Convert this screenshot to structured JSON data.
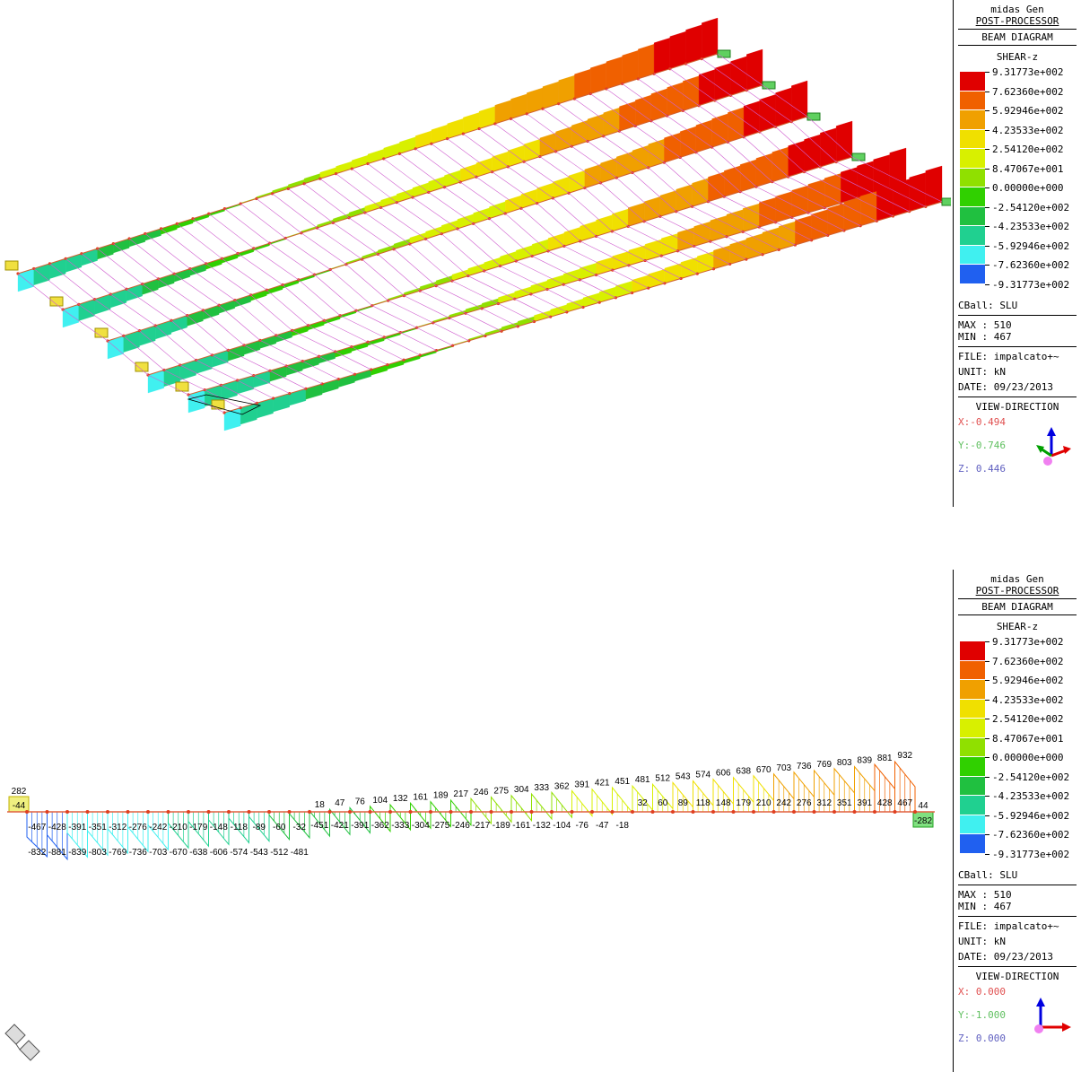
{
  "legend": {
    "app": "midas Gen",
    "module": "POST-PROCESSOR",
    "diagram": "BEAM DIAGRAM",
    "component": "SHEAR-z",
    "scale_values": [
      "9.31773e+002",
      "7.62360e+002",
      "5.92946e+002",
      "4.23533e+002",
      "2.54120e+002",
      "8.47067e+001",
      "0.00000e+000",
      "-2.54120e+002",
      "-4.23533e+002",
      "-5.92946e+002",
      "-7.62360e+002",
      "-9.31773e+002"
    ],
    "scale_colors": [
      "#e00000",
      "#f06000",
      "#f0a000",
      "#f0e000",
      "#d8f000",
      "#90e000",
      "#30d000",
      "#20c040",
      "#20d090",
      "#40f0f0",
      "#2060f0",
      "#0030c0"
    ],
    "load_combo": "CBall: SLU",
    "max": "MAX : 510",
    "min": "MIN : 467",
    "file": "FILE: impalcato+~",
    "unit": "UNIT: kN",
    "date": "DATE: 09/23/2013",
    "view_direction": "VIEW-DIRECTION"
  },
  "view_top": {
    "x": "X:-0.494",
    "y": "Y:-0.746",
    "z": "Z: 0.446"
  },
  "view_bottom": {
    "x": "X: 0.000",
    "y": "Y:-1.000",
    "z": "Z: 0.000"
  },
  "chart_data": {
    "type": "bar",
    "title": "SHEAR-z",
    "unit": "kN",
    "end_left_labels": [
      "282",
      "-44"
    ],
    "end_right_labels": [
      "44",
      "-282"
    ],
    "upper_top_labels": [
      "-467",
      "-428",
      "-391",
      "-351",
      "-312",
      "-276",
      "-242",
      "-210",
      "-179",
      "-148",
      "-118",
      "-89",
      "-60",
      "-32",
      "18",
      "47",
      "76",
      "104",
      "132",
      "161",
      "189",
      "217",
      "246",
      "275",
      "304",
      "333",
      "362",
      "391",
      "421",
      "451",
      "481",
      "512",
      "543",
      "574",
      "606",
      "638",
      "670",
      "703",
      "736",
      "769",
      "803",
      "839",
      "881",
      "932"
    ],
    "lower_labels": [
      "-832",
      "-881",
      "-839",
      "-803",
      "-769",
      "-736",
      "-703",
      "-670",
      "-638",
      "-606",
      "-574",
      "-543",
      "-512",
      "-481",
      "-451",
      "-421",
      "-391",
      "-362",
      "-333",
      "-304",
      "-275",
      "-246",
      "-217",
      "-189",
      "-161",
      "-132",
      "-104",
      "-76",
      "-47",
      "-18",
      "32",
      "60",
      "89",
      "118",
      "148",
      "179",
      "210",
      "242",
      "276",
      "312",
      "351",
      "391",
      "428",
      "467"
    ],
    "values_start": [
      -467,
      -428,
      -391,
      -351,
      -312,
      -276,
      -242,
      -210,
      -179,
      -148,
      -118,
      -89,
      -60,
      -32,
      18,
      47,
      76,
      104,
      132,
      161,
      189,
      217,
      246,
      275,
      304,
      333,
      362,
      391,
      421,
      451,
      481,
      512,
      543,
      574,
      606,
      638,
      670,
      703,
      736,
      769,
      803,
      839,
      881,
      932
    ],
    "values_end": [
      -832,
      -881,
      -839,
      -803,
      -769,
      -736,
      -703,
      -670,
      -638,
      -606,
      -574,
      -543,
      -512,
      -481,
      -451,
      -421,
      -391,
      -362,
      -333,
      -304,
      -275,
      -246,
      -217,
      -189,
      -161,
      -132,
      -104,
      -76,
      -47,
      -18,
      32,
      60,
      89,
      118,
      148,
      179,
      210,
      242,
      276,
      312,
      351,
      391,
      428,
      467
    ]
  }
}
